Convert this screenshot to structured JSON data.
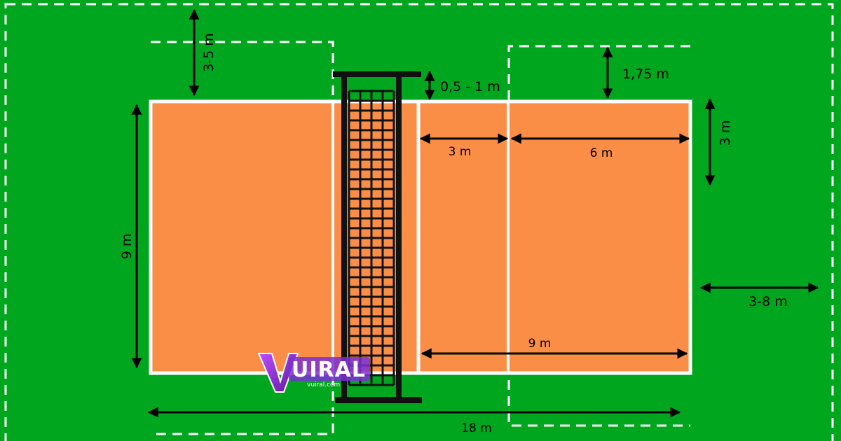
{
  "labels": {
    "free_zone_end": "3-5 m",
    "net_height_range": "0,5 - 1 m",
    "free_zone_side": "1,75 m",
    "attack_zone": "3 m",
    "back_zone": "6 m",
    "side_three": "3 m",
    "court_width": "9 m",
    "free_zone_far": "3-8 m",
    "half_length": "9 m",
    "court_length": "18 m"
  },
  "logo": {
    "brand": "UIRAL",
    "site": "vuiral.com"
  },
  "colors": {
    "grass": "#00a61d",
    "court": "#fb8e47",
    "line": "#ffffff",
    "net": "#111111",
    "logo_accent": "#8a2be2"
  }
}
